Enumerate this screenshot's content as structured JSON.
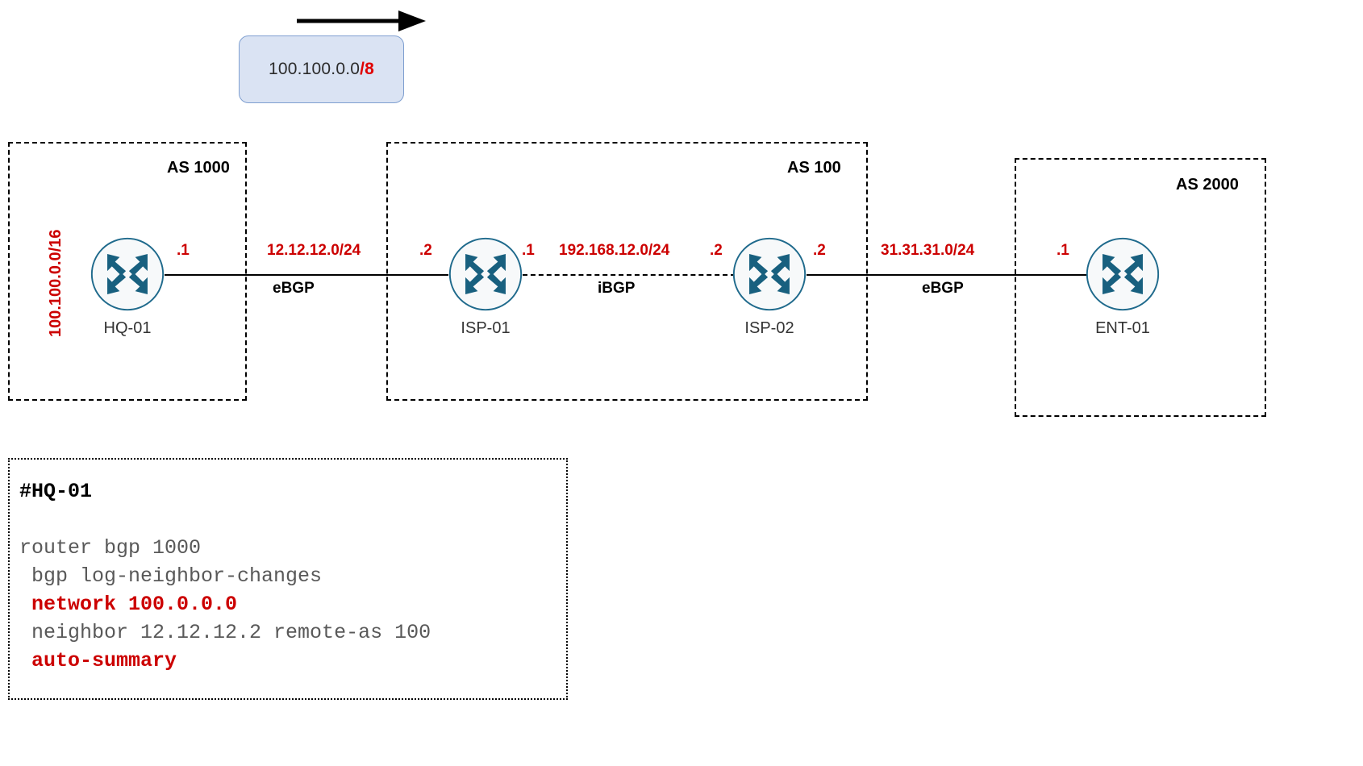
{
  "advertisement": {
    "arrow_icon": "right-arrow-icon",
    "prefix_base": "100.100.0.0",
    "prefix_mask": "/8",
    "mask_color": "#e00000"
  },
  "topology": {
    "autonomous_systems": [
      {
        "id": "as1000",
        "label": "AS 1000"
      },
      {
        "id": "as100",
        "label": "AS 100"
      },
      {
        "id": "as2000",
        "label": "AS 2000"
      }
    ],
    "routers": [
      {
        "id": "hq01",
        "name": "HQ-01",
        "icon": "router-icon"
      },
      {
        "id": "isp01",
        "name": "ISP-01",
        "icon": "router-icon"
      },
      {
        "id": "isp02",
        "name": "ISP-02",
        "icon": "router-icon"
      },
      {
        "id": "ent01",
        "name": "ENT-01",
        "icon": "router-icon"
      }
    ],
    "links": [
      {
        "id": "hq01-isp01",
        "subnet": "12.12.12.0/24",
        "protocol": "eBGP",
        "style": "solid",
        "left_ip": ".1",
        "right_ip": ".2"
      },
      {
        "id": "isp01-isp02",
        "subnet": "192.168.12.0/24",
        "protocol": "iBGP",
        "style": "dashed",
        "left_ip": ".1",
        "right_ip": ".2"
      },
      {
        "id": "isp02-ent01",
        "subnet": "31.31.31.0/24",
        "protocol": "eBGP",
        "style": "solid",
        "left_ip": ".2",
        "right_ip": ".1"
      }
    ],
    "lan_prefix": "100.100.0.0/16",
    "colors": {
      "annotation_red": "#cc0000",
      "router_stroke": "#1f6a8c",
      "router_fill": "#f7f9fa",
      "as_border": "#000000"
    }
  },
  "config": {
    "title": "#HQ-01",
    "lines": [
      {
        "text": "router bgp 1000",
        "highlight": false
      },
      {
        "text": " bgp log-neighbor-changes",
        "highlight": false
      },
      {
        "text": " network 100.0.0.0",
        "highlight": true
      },
      {
        "text": " neighbor 12.12.12.2 remote-as 100",
        "highlight": false
      },
      {
        "text": " auto-summary",
        "highlight": true
      }
    ]
  }
}
